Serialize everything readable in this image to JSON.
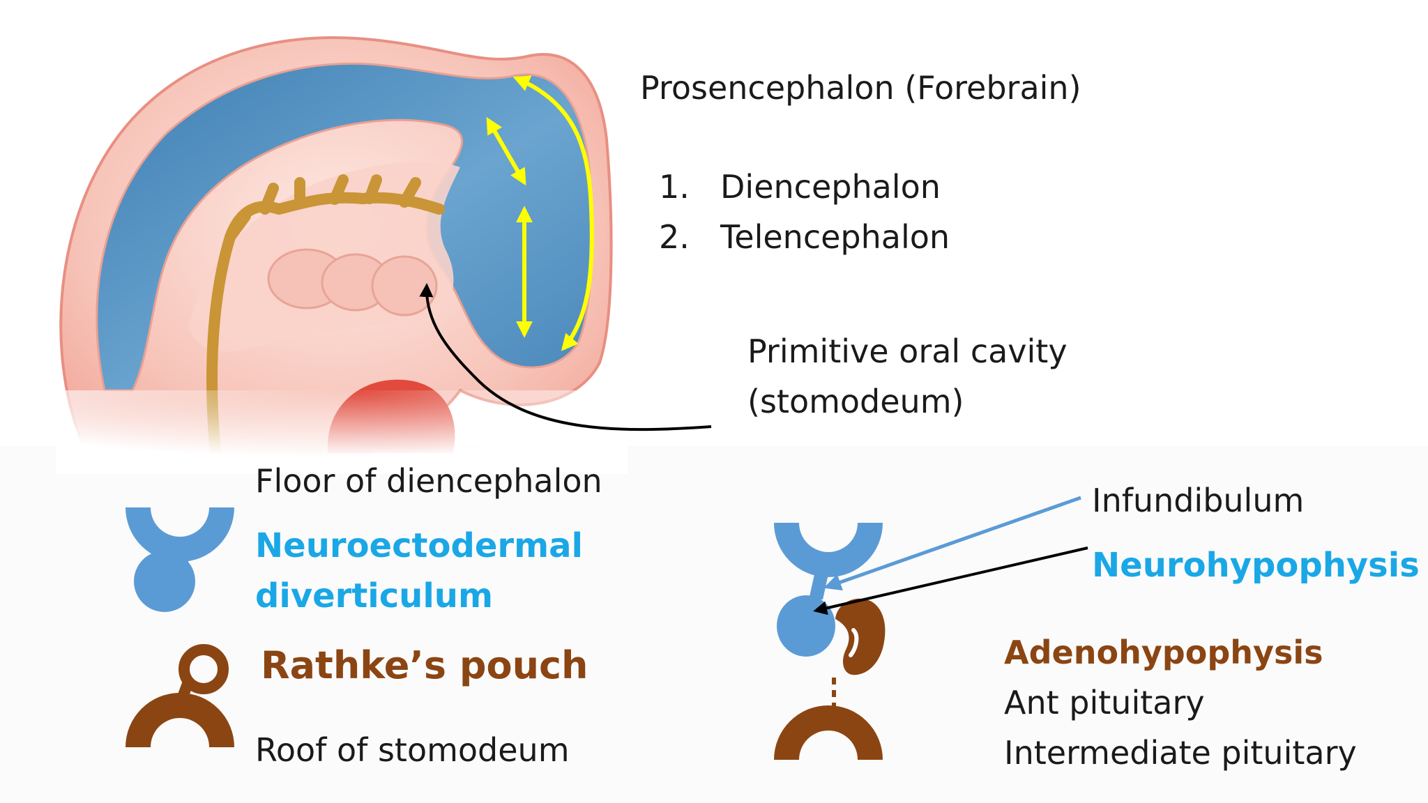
{
  "colors": {
    "neural_tube": "#4f8fc0",
    "tissue_pink": "#f4b7ad",
    "nerve_gold": "#c99536",
    "heart_red": "#e14a3c",
    "highlight_arrow": "#ffff00",
    "neuro_blue": "#5b9bd5",
    "label_blue": "#1aa7e6",
    "rathke_brown": "#8b4513",
    "text": "#1a1a1a"
  },
  "illustration": {
    "title": "Prosencephalon (Forebrain)",
    "subdivisions": [
      {
        "number": "1.",
        "name": "Diencephalon"
      },
      {
        "number": "2.",
        "name": "Telencephalon"
      }
    ],
    "oral_cavity": {
      "line1": "Primitive oral cavity",
      "line2": "(stomodeum)"
    }
  },
  "left_schematic": {
    "floor": "Floor of diencephalon",
    "neuro_line1": "Neuroectodermal",
    "neuro_line2": "diverticulum",
    "rathke": "Rathke’s pouch",
    "roof": "Roof of stomodeum"
  },
  "right_schematic": {
    "infundibulum": "Infundibulum",
    "neurohypophysis": "Neurohypophysis",
    "adenohypophysis": "Adenohypophysis",
    "ant_pituitary": "Ant pituitary",
    "intermediate_pituitary": "Intermediate pituitary"
  }
}
